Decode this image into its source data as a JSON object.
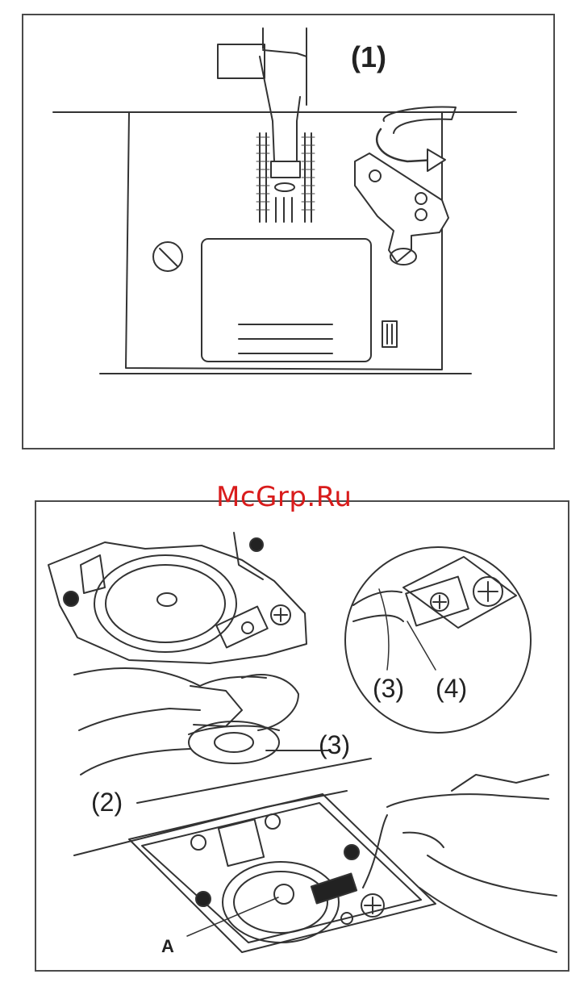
{
  "watermark": "McGrp.Ru",
  "figure1": {
    "step_label": "(1)"
  },
  "figure2": {
    "callouts": {
      "thread_3_detail": "(3)",
      "spring_4_detail": "(4)",
      "thread_3_main": "(3)",
      "bobbin_2": "(2)",
      "point_A": "A"
    }
  }
}
